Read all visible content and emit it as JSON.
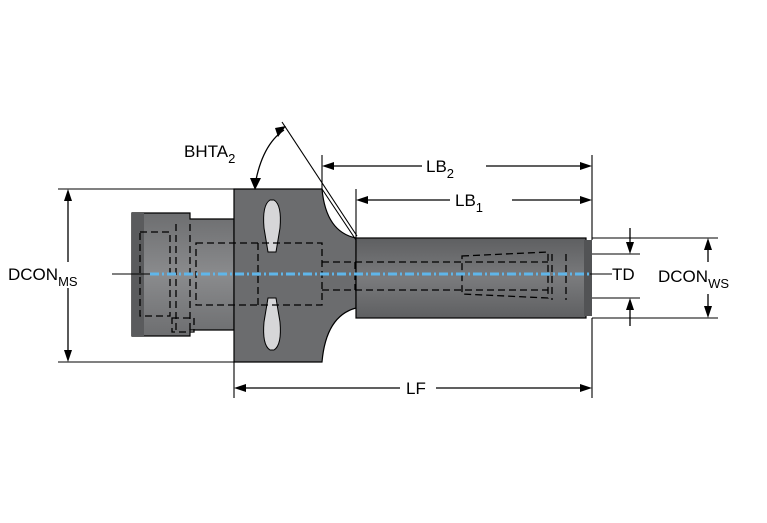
{
  "colors": {
    "body": "#6f7072",
    "body_dark": "#58595b",
    "collet": "#9a9b9d",
    "hidden_line": "#000000",
    "coolant": "#5fb6ea",
    "background": "#ffffff"
  },
  "labels": {
    "bhta": {
      "main": "BHTA",
      "sub": "2"
    },
    "lb2": {
      "main": "LB",
      "sub": "2"
    },
    "lb1": {
      "main": "LB",
      "sub": "1"
    },
    "dcon_ms": {
      "main": "DCON",
      "sub": "MS"
    },
    "dcon_ws": {
      "main": "DCON",
      "sub": "WS"
    },
    "td": "TD",
    "lf": "LF"
  }
}
